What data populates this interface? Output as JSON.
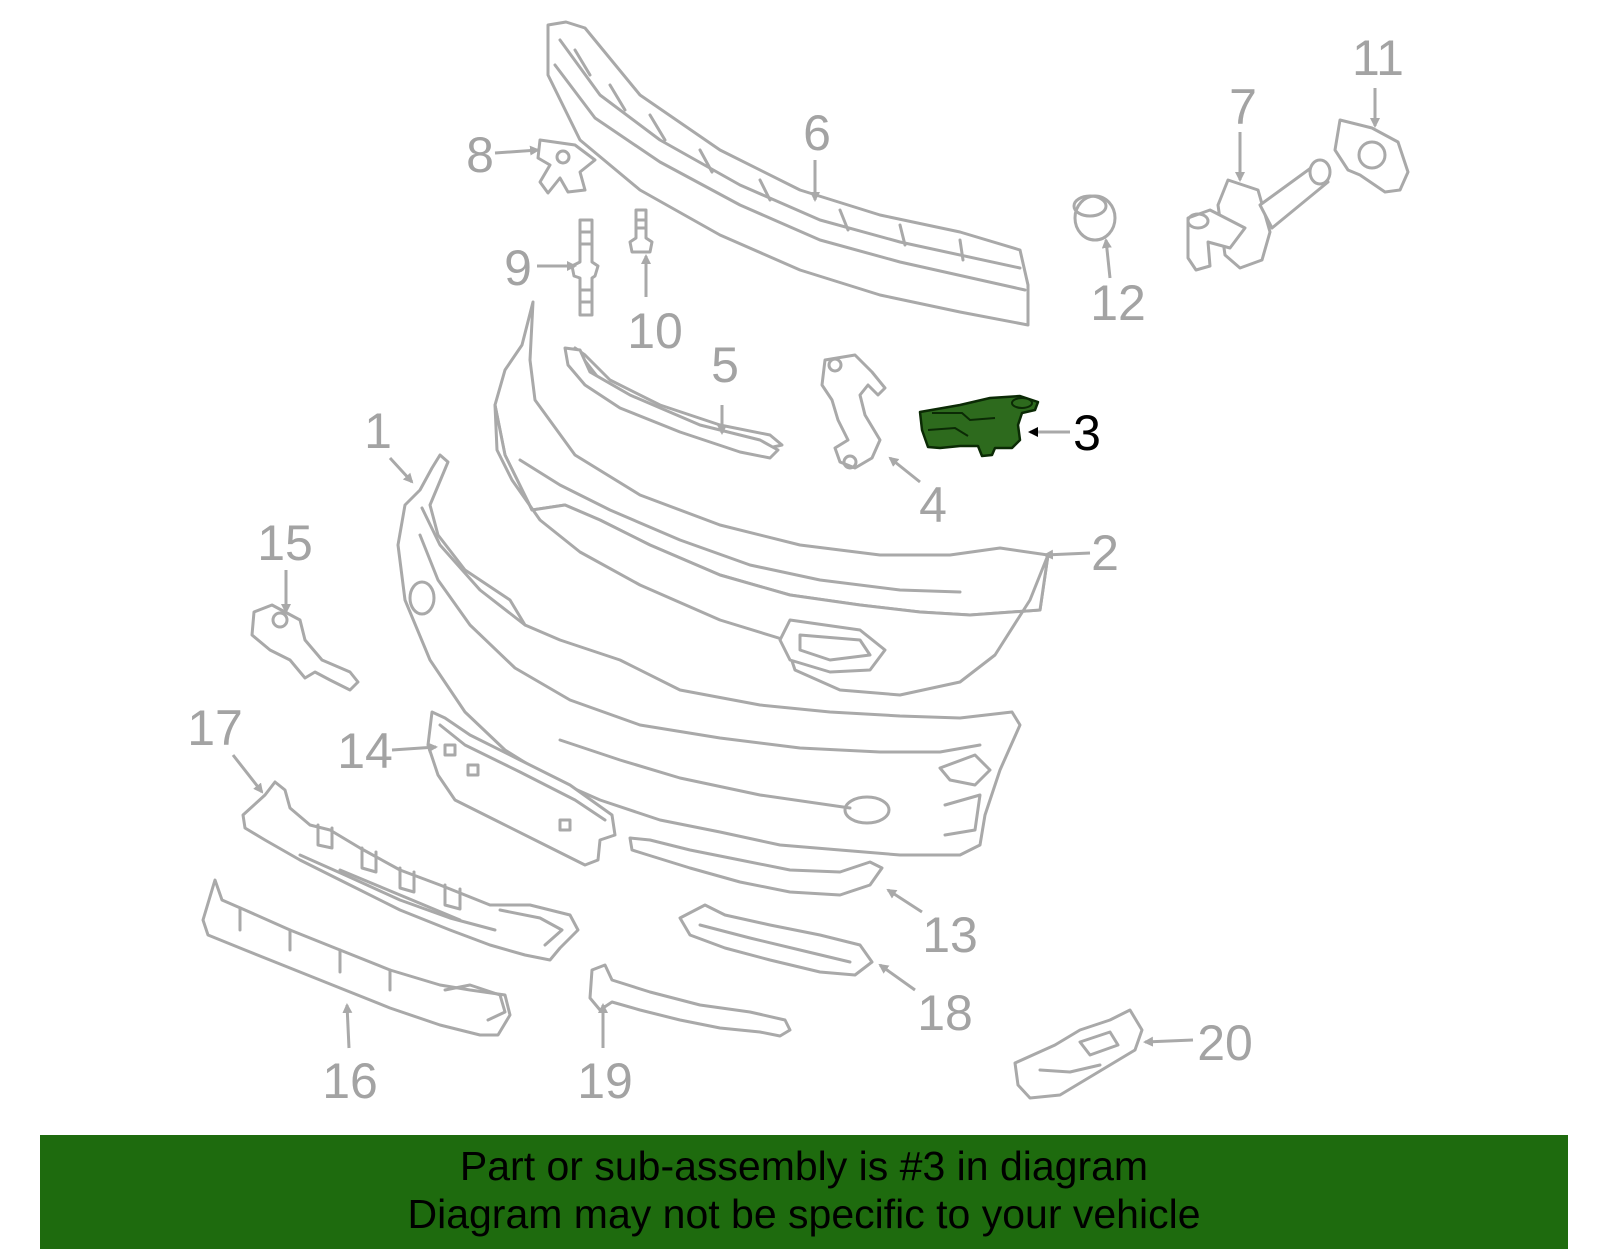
{
  "diagram": {
    "callouts": [
      {
        "id": "1",
        "label": "1"
      },
      {
        "id": "2",
        "label": "2"
      },
      {
        "id": "3",
        "label": "3",
        "highlighted": true
      },
      {
        "id": "4",
        "label": "4"
      },
      {
        "id": "5",
        "label": "5"
      },
      {
        "id": "6",
        "label": "6"
      },
      {
        "id": "7",
        "label": "7"
      },
      {
        "id": "8",
        "label": "8"
      },
      {
        "id": "9",
        "label": "9"
      },
      {
        "id": "10",
        "label": "10"
      },
      {
        "id": "11",
        "label": "11"
      },
      {
        "id": "12",
        "label": "12"
      },
      {
        "id": "13",
        "label": "13"
      },
      {
        "id": "14",
        "label": "14"
      },
      {
        "id": "15",
        "label": "15"
      },
      {
        "id": "16",
        "label": "16"
      },
      {
        "id": "17",
        "label": "17"
      },
      {
        "id": "18",
        "label": "18"
      },
      {
        "id": "19",
        "label": "19"
      },
      {
        "id": "20",
        "label": "20"
      }
    ],
    "colors": {
      "part_outline": "#a9a9a9",
      "callout_text": "#a3a3a3",
      "highlight_fill": "#2d6a1d",
      "highlight_label": "#000000",
      "banner_background": "#1e6b0e"
    }
  },
  "banner": {
    "line1": "Part or sub-assembly is #3 in diagram",
    "line2": "Diagram may not be specific to your vehicle"
  }
}
